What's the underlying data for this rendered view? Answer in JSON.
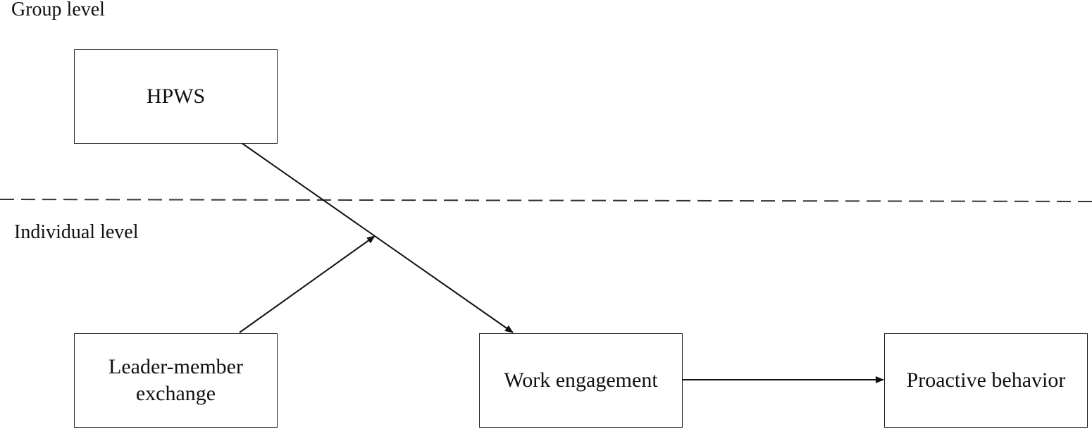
{
  "levels": {
    "group": "Group level",
    "individual": "Individual level"
  },
  "nodes": {
    "hpws": "HPWS",
    "lmx": "Leader-member exchange",
    "work_engagement": "Work engagement",
    "proactive_behavior": "Proactive behavior"
  },
  "edges": [
    {
      "from": "HPWS",
      "to": "Work engagement",
      "type": "direct"
    },
    {
      "from": "Work engagement",
      "to": "Proactive behavior",
      "type": "direct"
    },
    {
      "from": "Leader-member exchange",
      "to": "HPWS → Work engagement",
      "type": "moderation"
    }
  ],
  "colors": {
    "line": "#111111",
    "box_border": "#222222",
    "background": "#ffffff"
  }
}
